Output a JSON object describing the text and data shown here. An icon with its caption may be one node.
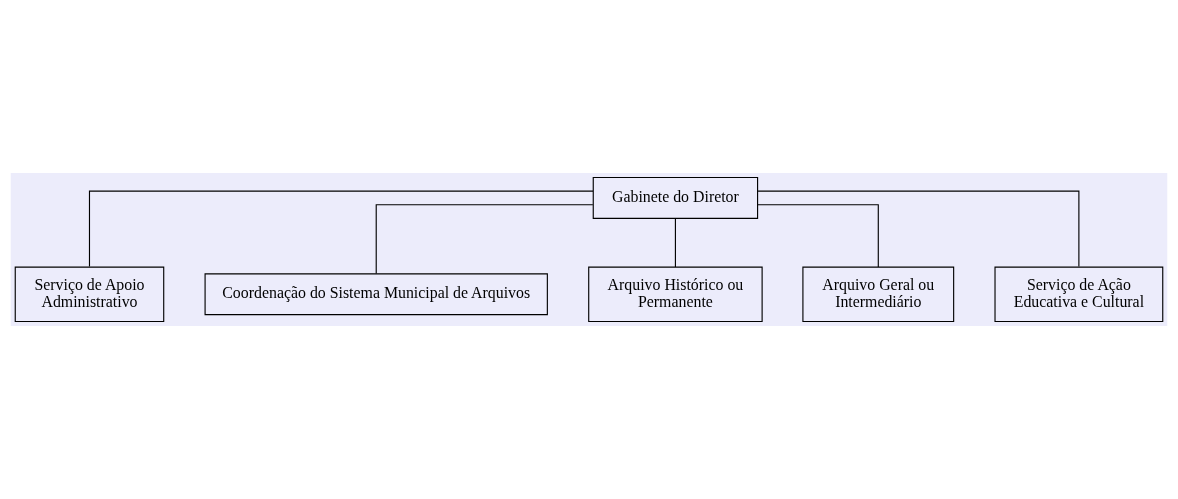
{
  "diagram": {
    "nodes": [
      {
        "text": [
          "Gabinete do Diretor"
        ]
      },
      {
        "text": [
          "Serviço de Apoio Administrativo"
        ]
      },
      {
        "text": [
          "Coordenação do Sistema Municipal de Arquivos"
        ]
      },
      {
        "text": [
          "Arquivo Histórico ou Permanente"
        ]
      },
      {
        "text": [
          "Arquivo Geral ou Intermediário"
        ]
      },
      {
        "text": [
          "Serviço de Ação Educativa e Cultural"
        ]
      }
    ],
    "edges": [
      {
        "from": 0,
        "to": 1,
        "arrow": "none"
      },
      {
        "from": 0,
        "to": 2,
        "arrow": "none"
      },
      {
        "from": 0,
        "to": 3,
        "arrow": "none"
      },
      {
        "from": 0,
        "to": 4,
        "arrow": "none"
      },
      {
        "from": 0,
        "to": 5,
        "arrow": "none"
      }
    ]
  }
}
